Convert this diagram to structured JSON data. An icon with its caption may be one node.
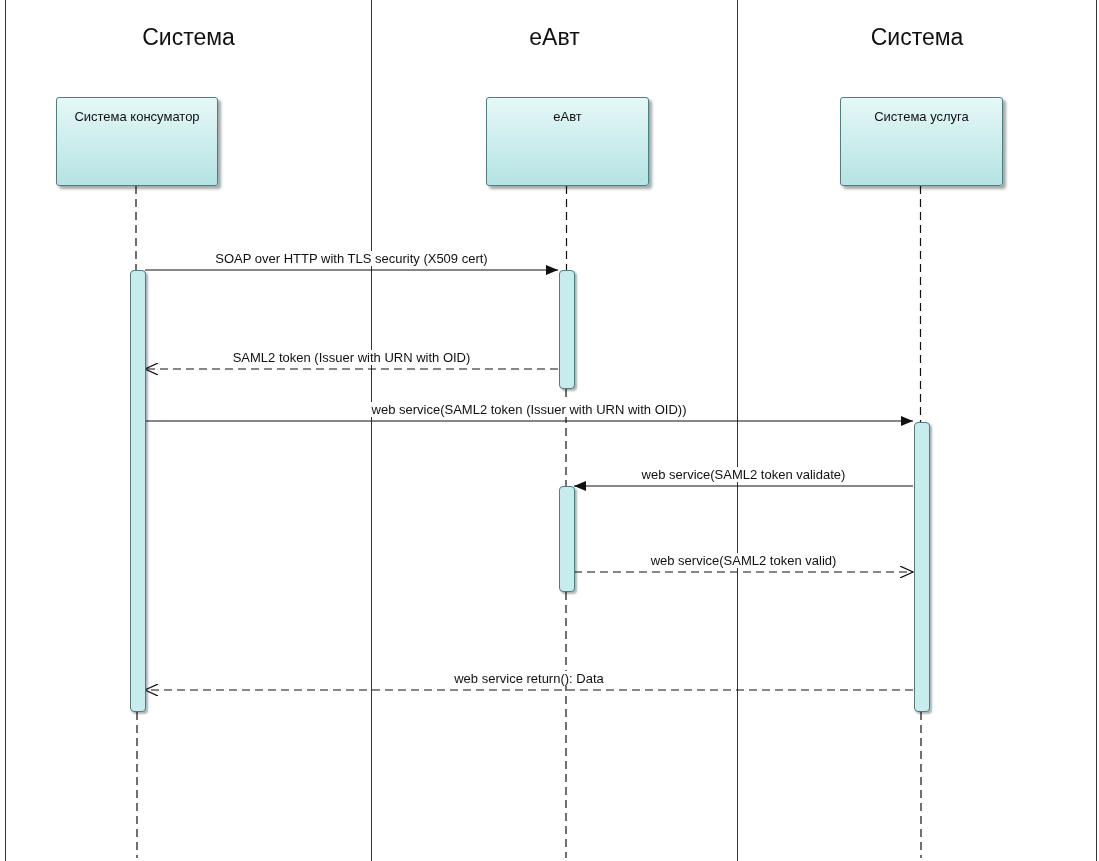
{
  "diagram": {
    "nodes": [
      {
        "text": [
          "Система"
        ]
      },
      {
        "text": [
          "Система консуматор"
        ],
        "in": 0
      },
      {
        "text": [
          "еАвт"
        ]
      },
      {
        "text": [
          "еАвт"
        ],
        "in": 2
      },
      {
        "text": [
          "Система"
        ]
      },
      {
        "text": [
          "Система услуга"
        ],
        "in": 4
      },
      {
        "text": [],
        "shape": "bar",
        "in": 0
      },
      {
        "text": [],
        "shape": "bar",
        "in": 2
      },
      {
        "text": [],
        "shape": "bar",
        "in": 4
      },
      {
        "text": [],
        "shape": "bar",
        "in": 2
      }
    ],
    "edges": [
      {
        "from": 6,
        "to": 7,
        "arrow": "to",
        "label": "SOAP over HTTP with TLS security (X509 cert)"
      },
      {
        "from": 7,
        "to": 6,
        "arrow": "to",
        "label": "SAML2 token (Issuer with URN with OID)",
        "style": "dashed"
      },
      {
        "from": 6,
        "to": 8,
        "arrow": "to",
        "label": "web service(SAML2 token (Issuer with URN with OID))"
      },
      {
        "from": 8,
        "to": 9,
        "arrow": "to",
        "label": "web service(SAML2 token validate)"
      },
      {
        "from": 9,
        "to": 8,
        "arrow": "to",
        "label": "web service(SAML2 token valid)",
        "style": "dashed"
      },
      {
        "from": 8,
        "to": 6,
        "arrow": "to",
        "label": "web service return(): Data",
        "style": "dashed"
      },
      {
        "from": 1,
        "to": 6,
        "arrow": "none",
        "style": "dashed"
      },
      {
        "from": 3,
        "to": 7,
        "arrow": "none",
        "style": "dashed"
      },
      {
        "from": 7,
        "to": 9,
        "arrow": "none",
        "style": "dashed"
      },
      {
        "from": 5,
        "to": 8,
        "arrow": "none",
        "style": "dashed"
      },
      {
        "from": 6,
        "to": null,
        "arrow": "none",
        "style": "dashed"
      },
      {
        "from": 9,
        "to": null,
        "arrow": "none",
        "style": "dashed"
      },
      {
        "from": 8,
        "to": null,
        "arrow": "none",
        "style": "dashed"
      }
    ]
  }
}
